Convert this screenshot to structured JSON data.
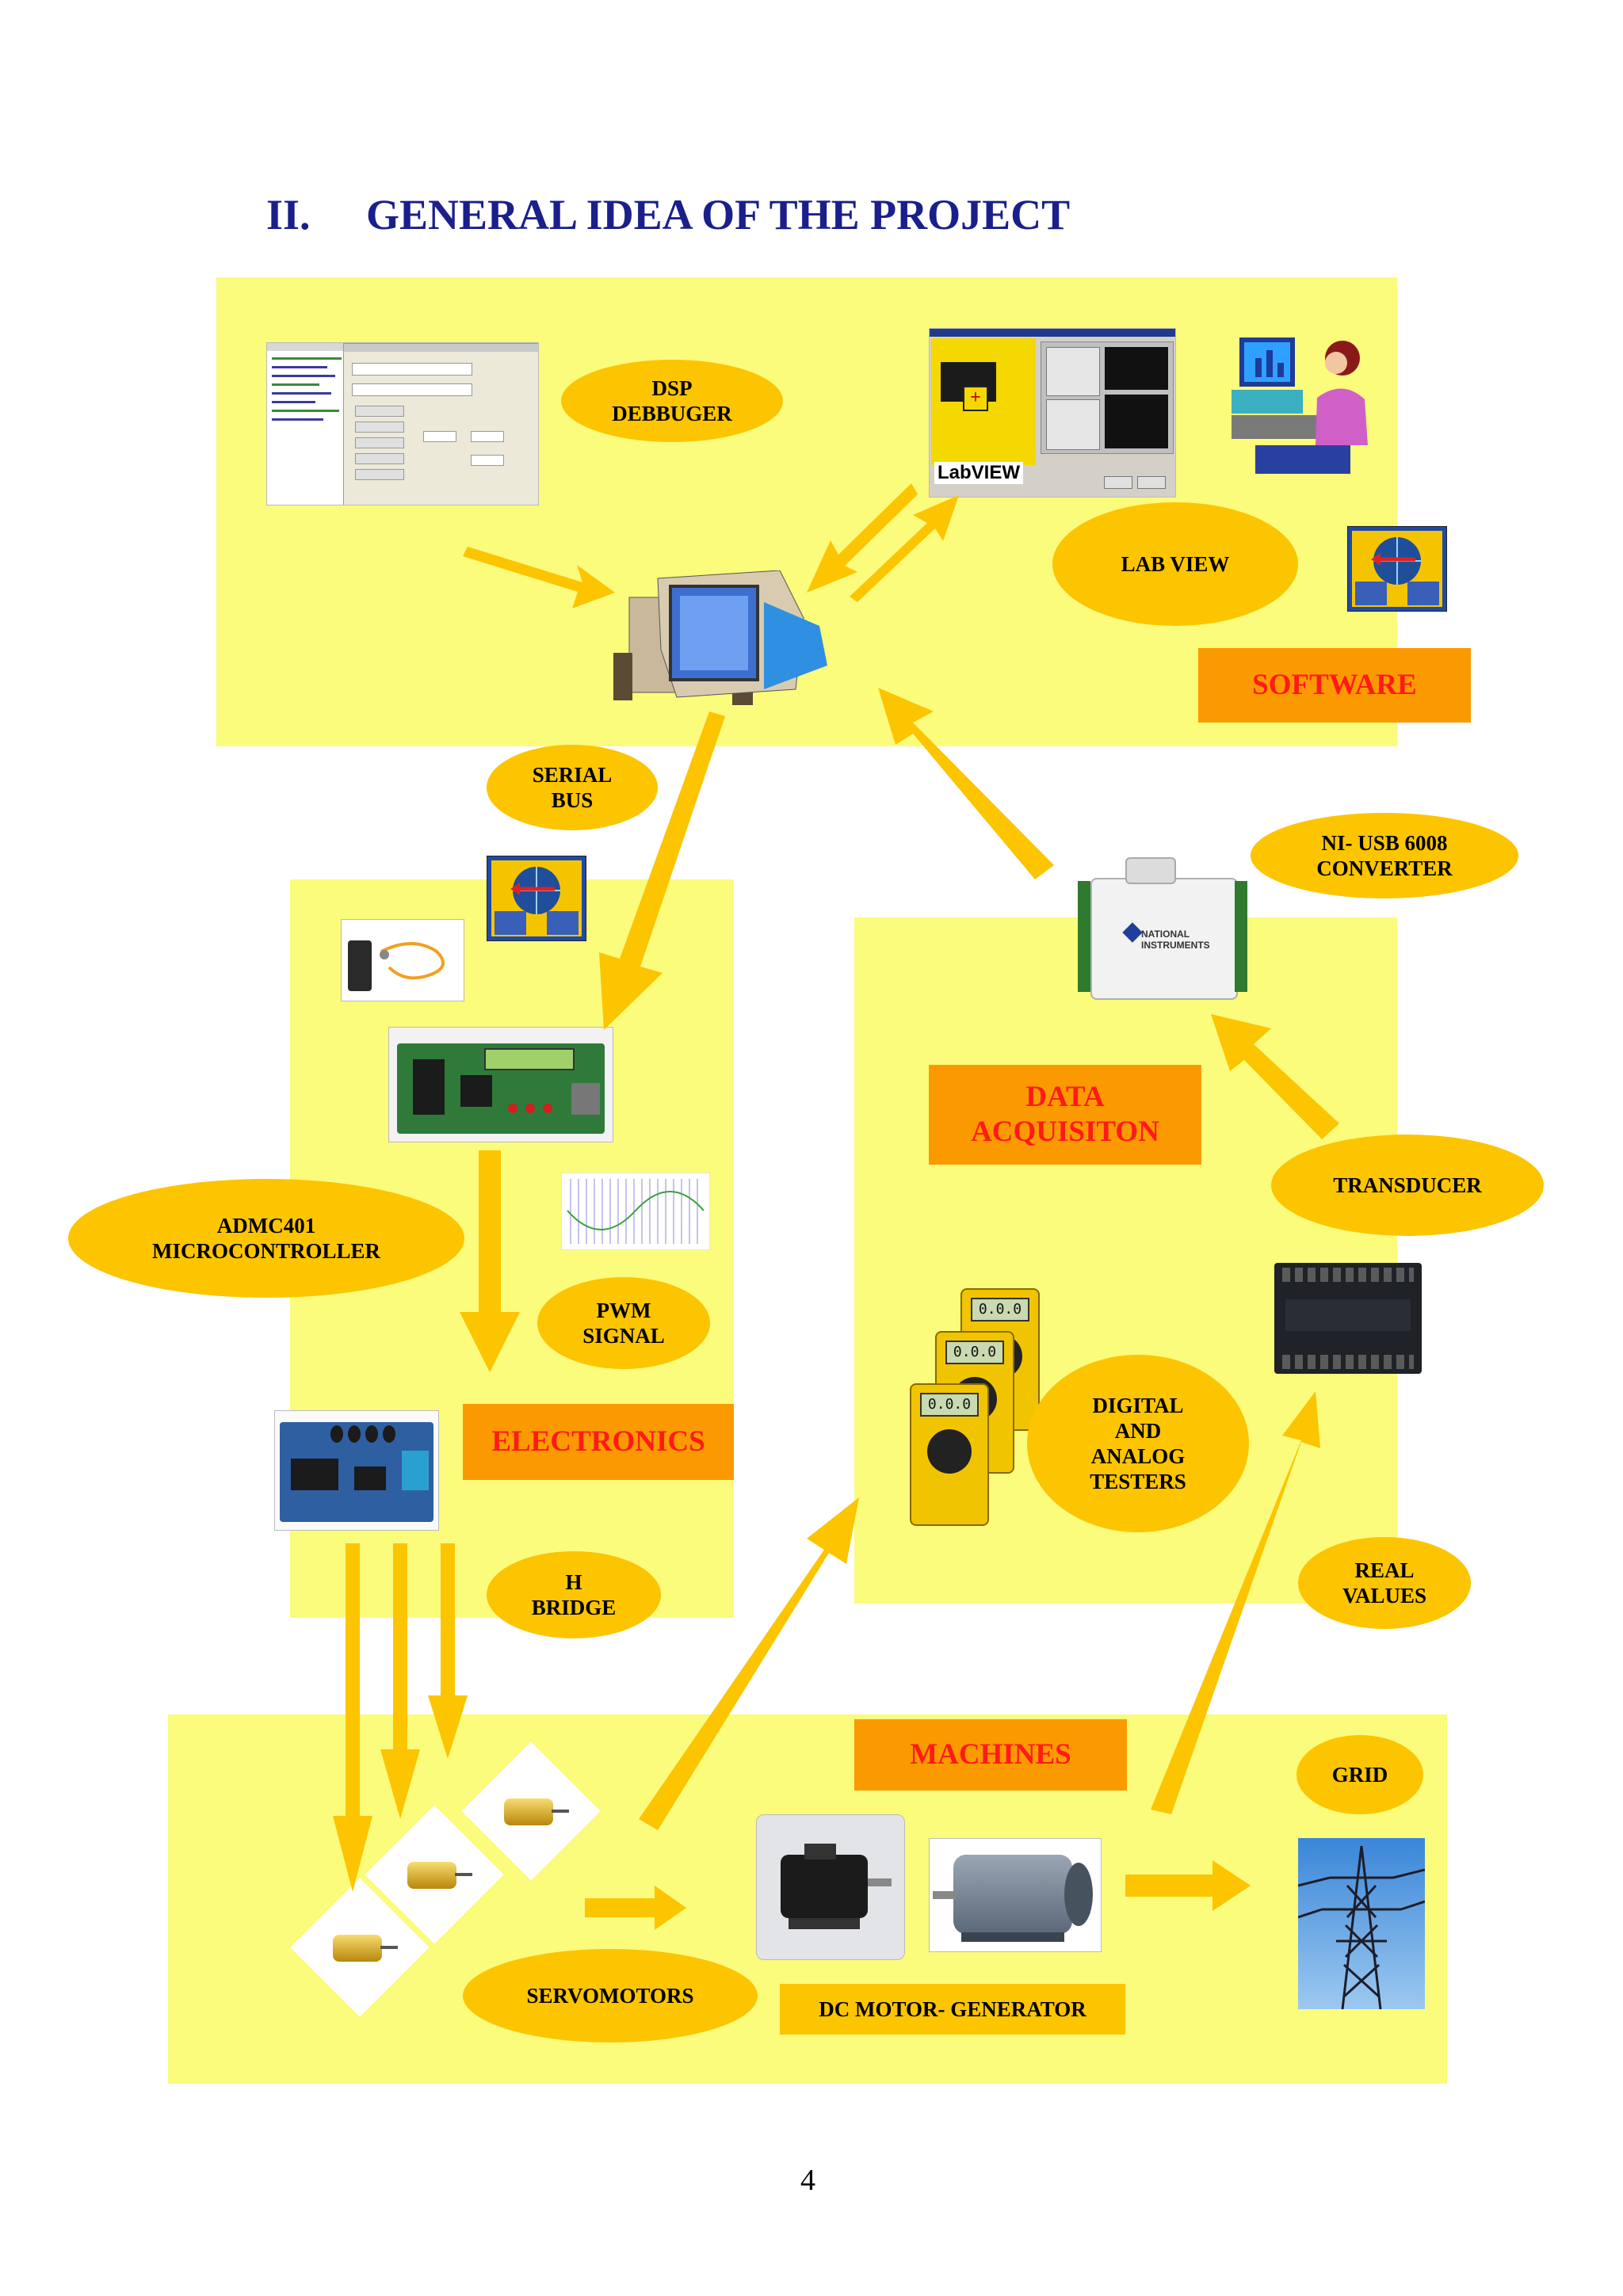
{
  "heading": {
    "number": "II.",
    "title": "GENERAL IDEA OF THE PROJECT"
  },
  "ovals": {
    "dsp_debugger": "DSP\nDEBBUGER",
    "lab_view": "LAB VIEW",
    "serial_bus": "SERIAL\nBUS",
    "ni_usb": "NI- USB 6008\nCONVERTER",
    "admc401": "ADMC401\nMICROCONTROLLER",
    "pwm_signal": "PWM\nSIGNAL",
    "transducer": "TRANSDUCER",
    "testers": "DIGITAL\nAND\nANALOG\nTESTERS",
    "h_bridge": "H\nBRIDGE",
    "real_values": "REAL\nVALUES",
    "grid": "GRID",
    "servomotors": "SERVOMOTORS"
  },
  "labels": {
    "software": "SOFTWARE",
    "data_acquisition": "DATA\nACQUISITON",
    "electronics": "ELECTRONICS",
    "machines": "MACHINES",
    "dc_motor_generator": "DC MOTOR- GENERATOR"
  },
  "labview_logo": "LabVIEW",
  "ni_device_brand": "NATIONAL INSTRUMENTS",
  "meter_readout": "0.0.0",
  "page_number": "4",
  "colors": {
    "panel": "#fbfb7c",
    "oval": "#fcc500",
    "label_bg": "#fb9a00",
    "label_text": "#ff1a1a",
    "arrow": "#fcc500",
    "heading": "#1a1f8c"
  }
}
